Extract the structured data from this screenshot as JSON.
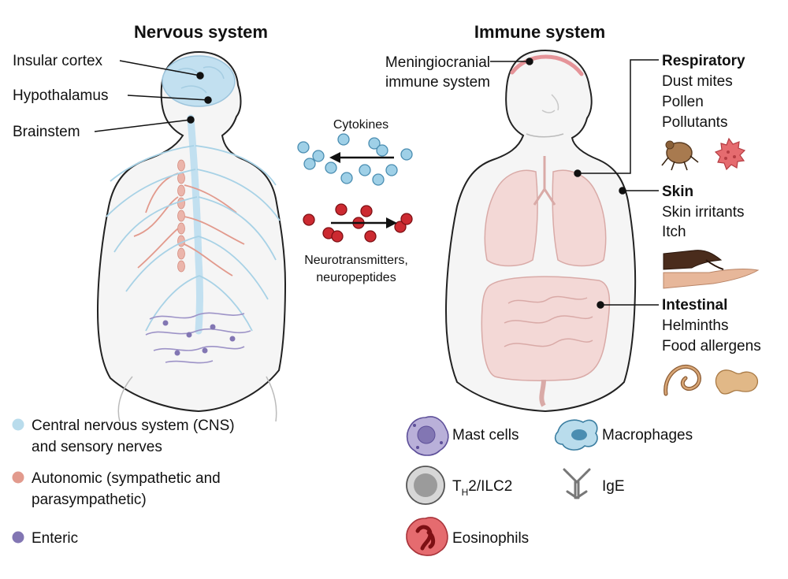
{
  "nervous": {
    "title": "Nervous system",
    "labels": {
      "insular_cortex": "Insular cortex",
      "hypothalamus": "Hypothalamus",
      "brainstem": "Brainstem"
    },
    "legend": [
      {
        "line1": "Central nervous system (CNS)",
        "line2": "and sensory nerves",
        "color": "#b9dcec"
      },
      {
        "line1": "Autonomic (sympathetic and",
        "line2": "parasympathetic)",
        "color": "#e29a8d"
      },
      {
        "line1": "Enteric",
        "line2": "",
        "color": "#8276b3"
      }
    ]
  },
  "middle": {
    "cytokines": "Cytokines",
    "neuro_line1": "Neurotransmitters,",
    "neuro_line2": "neuropeptides",
    "cytokine_color": "#9fd0e7",
    "neuro_color": "#c8232b"
  },
  "immune": {
    "title": "Immune system",
    "meningeal_line1": "Meningiocranial",
    "meningeal_line2": "immune system",
    "respiratory": {
      "title": "Respiratory",
      "items": [
        "Dust mites",
        "Pollen",
        "Pollutants"
      ]
    },
    "skin": {
      "title": "Skin",
      "items": [
        "Skin irritants",
        "Itch"
      ]
    },
    "intestinal": {
      "title": "Intestinal",
      "items": [
        "Helminths",
        "Food allergens"
      ]
    },
    "cells": {
      "mast": "Mast cells",
      "macrophages": "Macrophages",
      "th2_main": "T",
      "th2_sub": "H",
      "th2_rest": "2/ILC2",
      "ige": "IgE",
      "eosinophils": "Eosinophils"
    }
  },
  "icons": [
    "dust-mite-icon",
    "pollen-icon",
    "scratching-hand-icon",
    "helminth-icon",
    "peanut-icon",
    "mast-cell-icon",
    "macrophage-icon",
    "th2-cell-icon",
    "ige-antibody-icon",
    "eosinophil-icon"
  ]
}
